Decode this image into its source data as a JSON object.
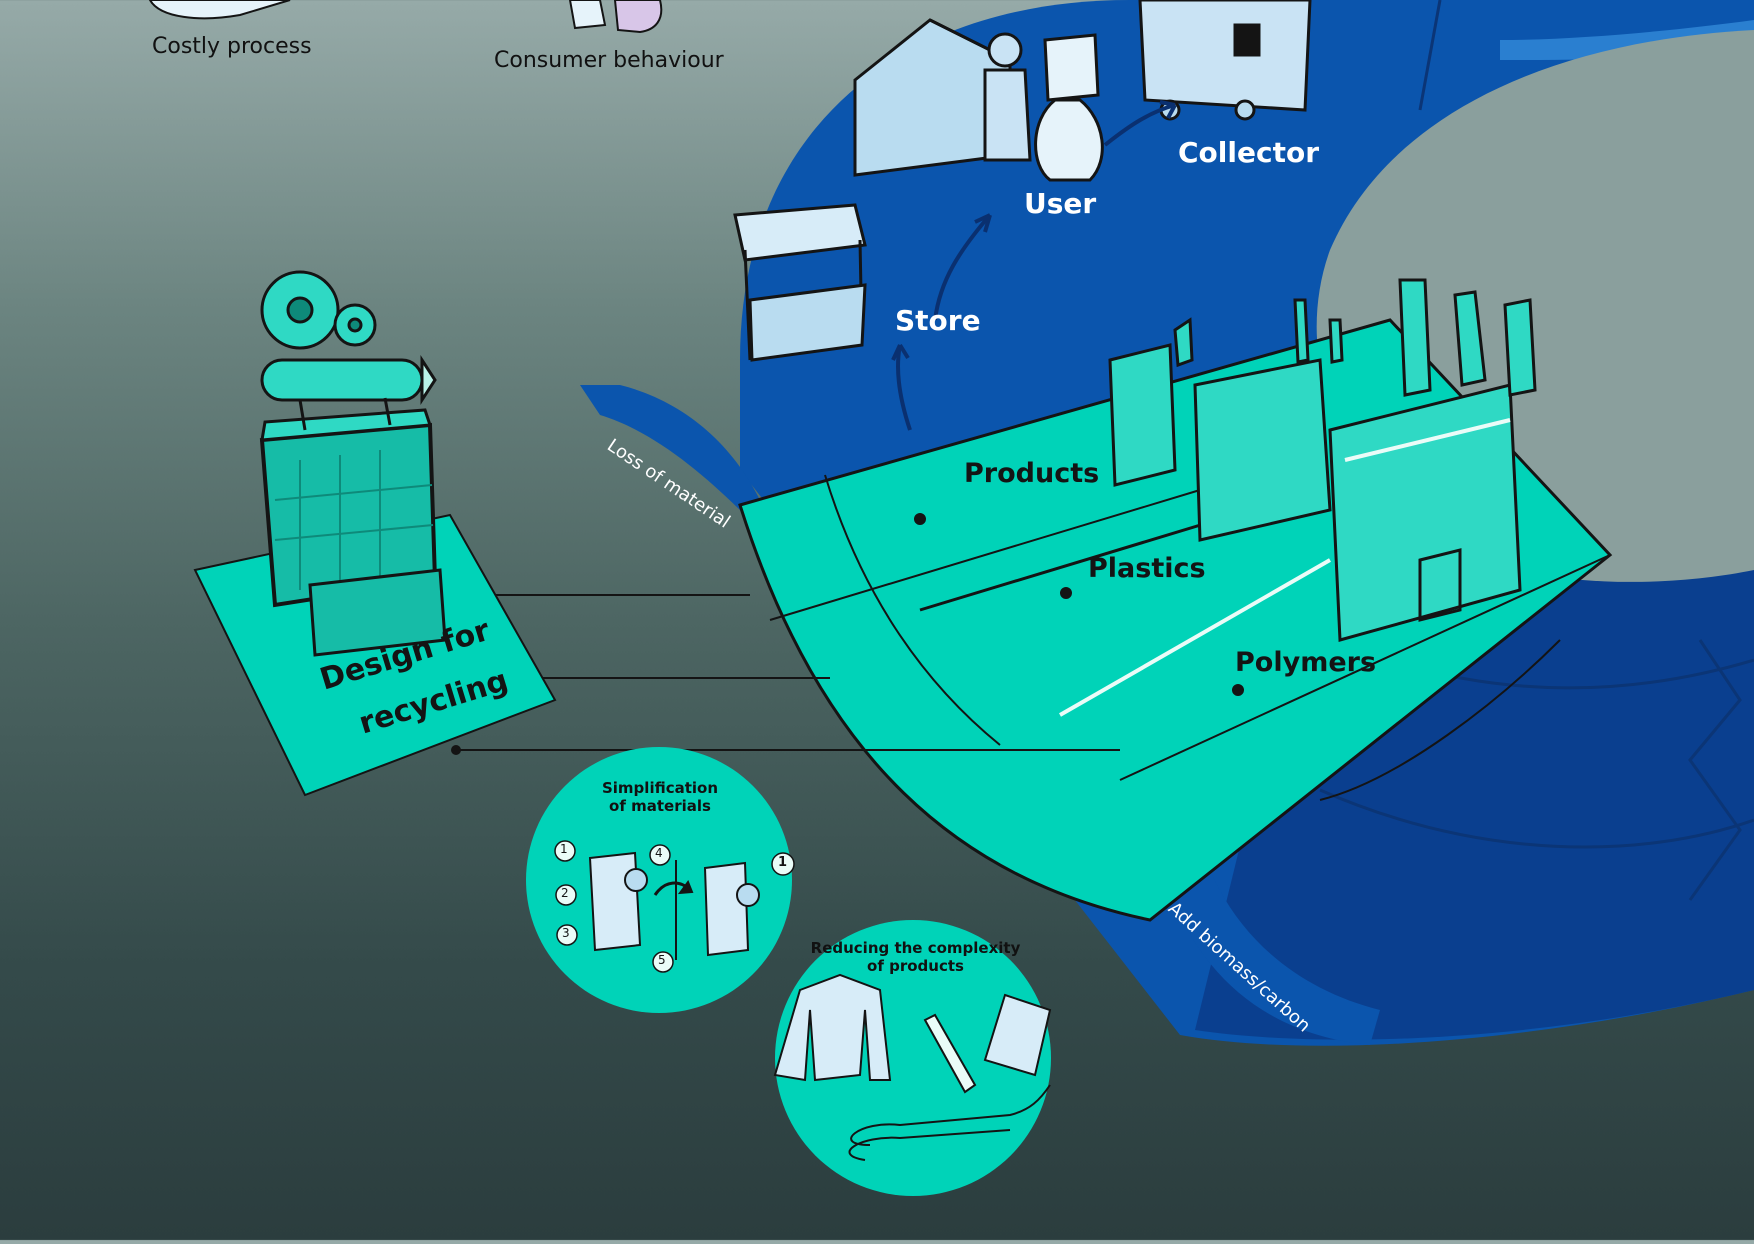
{
  "labels": {
    "costly_process": "Costly process",
    "consumer_behaviour": "Consumer behaviour",
    "collector": "Collector",
    "user": "User",
    "store": "Store",
    "loss_of_material": "Loss of material",
    "products": "Products",
    "plastics": "Plastics",
    "polymers": "Polymers",
    "design_line1": "Design for",
    "design_line2": "recycling",
    "simplification": "Simplification of materials",
    "reducing": "Reducing the complexity of products",
    "add_biomass": "Add biomass/carbon"
  },
  "numbers": {
    "before": [
      "1",
      "2",
      "3",
      "4",
      "5"
    ],
    "after": "1"
  },
  "colors": {
    "teal": "#00d3b8",
    "blue": "#0b55ad",
    "deep_blue": "#0a3f8f",
    "light_blue": "#b9dcf0",
    "ink": "#141414"
  },
  "icons": [
    "gear-icon",
    "pencil-icon",
    "house-icon",
    "person-icon",
    "trash-bag-icon",
    "truck-icon",
    "market-stall-icon",
    "factory-icon",
    "jerrycan-icon",
    "jacket-icon",
    "toothbrush-icon",
    "tablet-icon",
    "cable-icon"
  ]
}
